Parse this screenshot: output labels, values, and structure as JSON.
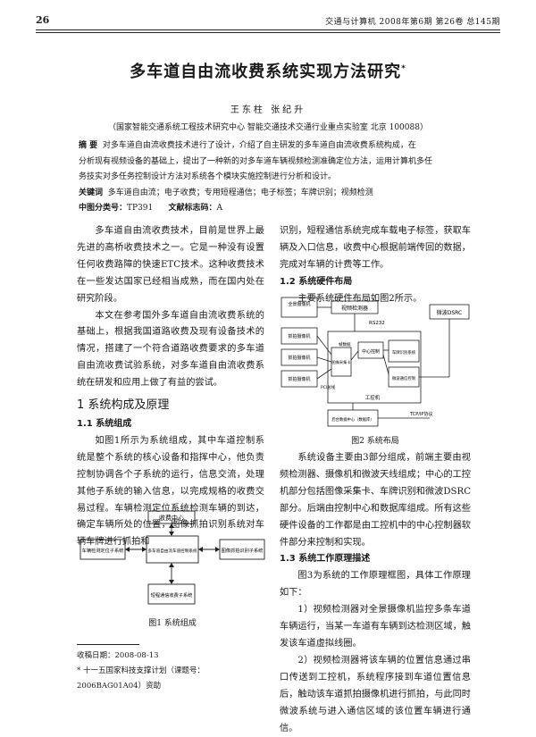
{
  "header": {
    "page_number": "26",
    "journal_info": "交通与计算机   2008年第6期   第26卷   总145期"
  },
  "title": "多车道自由流收费系统实现方法研究",
  "title_mark": "*",
  "authors": "王东柱  张纪升",
  "affiliation": "（国家智能交通系统工程技术研究中心  智能交通技术交通行业重点实验室  北京 100088）",
  "abstract": {
    "label": "摘  要",
    "text1": "对多车道自由流收费技术进行了设计，介绍了自主研发的多车道自由流收费系统构成，在",
    "text2": "分析现有视频设备的基础上，提出了一种新的对多车道车辆视频检测准确定位方法，运用计算机多任",
    "text3": "务技实对多任务控制设计方法对系统各个模块实施控制进行分析和设计。"
  },
  "keywords": {
    "label": "关键词",
    "text": "多车道自由流；电子收费；专用短程通信；电子标签；车牌识别；视频检测"
  },
  "classification": {
    "label": "中图分类号：",
    "value": "TP391",
    "doc_label": "文献标志码：",
    "doc_value": "A"
  },
  "left": {
    "p1": "多车道自由流收费技术，目前是世界上最先进的高桥收费技术之一。它是一种没有设置任何收费路障的快速ETC技术。这种收费技术在一些发达国家已经相当成熟，而在国内处在研究阶段。",
    "p2": "本文在参考国外多车道自由流收费系统的基础上，根据我国道路收费及现有设备技术的情况，搭建了一个符合道路收费要求的多车道自由流收费试验系统，对多车道自由流收费系统在研发和应用上做了有益的尝试。",
    "sec1": "1   系统构成及原理",
    "sub11": "1.1   系统组成",
    "p3": "如图1所示为系统组成，其中车道控制系统是整个系统的核心设备和指挥中心，他负责控制协调各个子系统的运行，信息交流，处理其他子系统的输入信息，以完成规格的收费交易过程。车辆检测定位系统检测车辆的到达，确定车辆所处的位置，图像抓拍识别系统对车辆车牌进行抓拍和"
  },
  "fig1": {
    "boxes": [
      "收费中心",
      "车辆检测定位子系统",
      "多车道自由流车道控制系统",
      "图像抓拍识别子系统",
      "短程通信收费子系统"
    ],
    "caption": "图1   系统组成"
  },
  "footnotes": {
    "received": "收稿日期：2008-08-13",
    "fund": "* 十一五国家科技支撑计划（课题号：2006BAG01A04）资助"
  },
  "right": {
    "p1": "识别，短程通信系统完成车载电子标签，获取车辆及入口信息，收费中心根据前端传回的数据，完成对车辆的计费等工作。",
    "sub12": "1.2   系统硬件布局",
    "p2": "主要系统硬件布局如图2所示。",
    "p3": "系统设备主要由3部分组成，前端主要由视频检测器、摄像机和微波天线组成；中心的工控机部分包括图像采集卡、车牌识别和微波DSRC部分。后端由控制中心和数据库组成。所有这些硬件设备的工作都是由工控机中的中心控制器软件部分来控制和实现。",
    "sub13": "1.3   系统工作原理描述",
    "p4": "图3为系统的工作原理框图，具体工作原理如下：",
    "p5": "1）视频检测器对全景摄像机监控多条车道车辆运行，当某一车道有车辆到达检测区域，触发该车道虚拟线圈。",
    "p6": "2）视频检测器将该车辆的位置信息通过串口传送到工控机，系统程序接到车道位置信息后，触动该车道抓拍摄像机进行抓拍，与此同时微波系统与进入通信区域的该位置车辆进行通信。"
  },
  "fig2": {
    "labels": {
      "cam1": "全景摄像机",
      "cam2": "抓拍摄像机",
      "cam3": "抓拍摄像机",
      "cam4": "抓拍摄像机",
      "detector": "视频检测器",
      "dsrc": "微波DSRC",
      "rs232": "RS232",
      "card": "图像采集卡",
      "pci": "PCI总线",
      "framing": "帧数据",
      "ctrl": "中心控制",
      "plate": "车牌识别系统",
      "ipc": "工控机",
      "dsrc_ctrl": "微波通信控制",
      "center": "后台数据中心（数据库）",
      "tcp": "TCP/IP协议"
    },
    "caption": "图2   系统布局"
  }
}
